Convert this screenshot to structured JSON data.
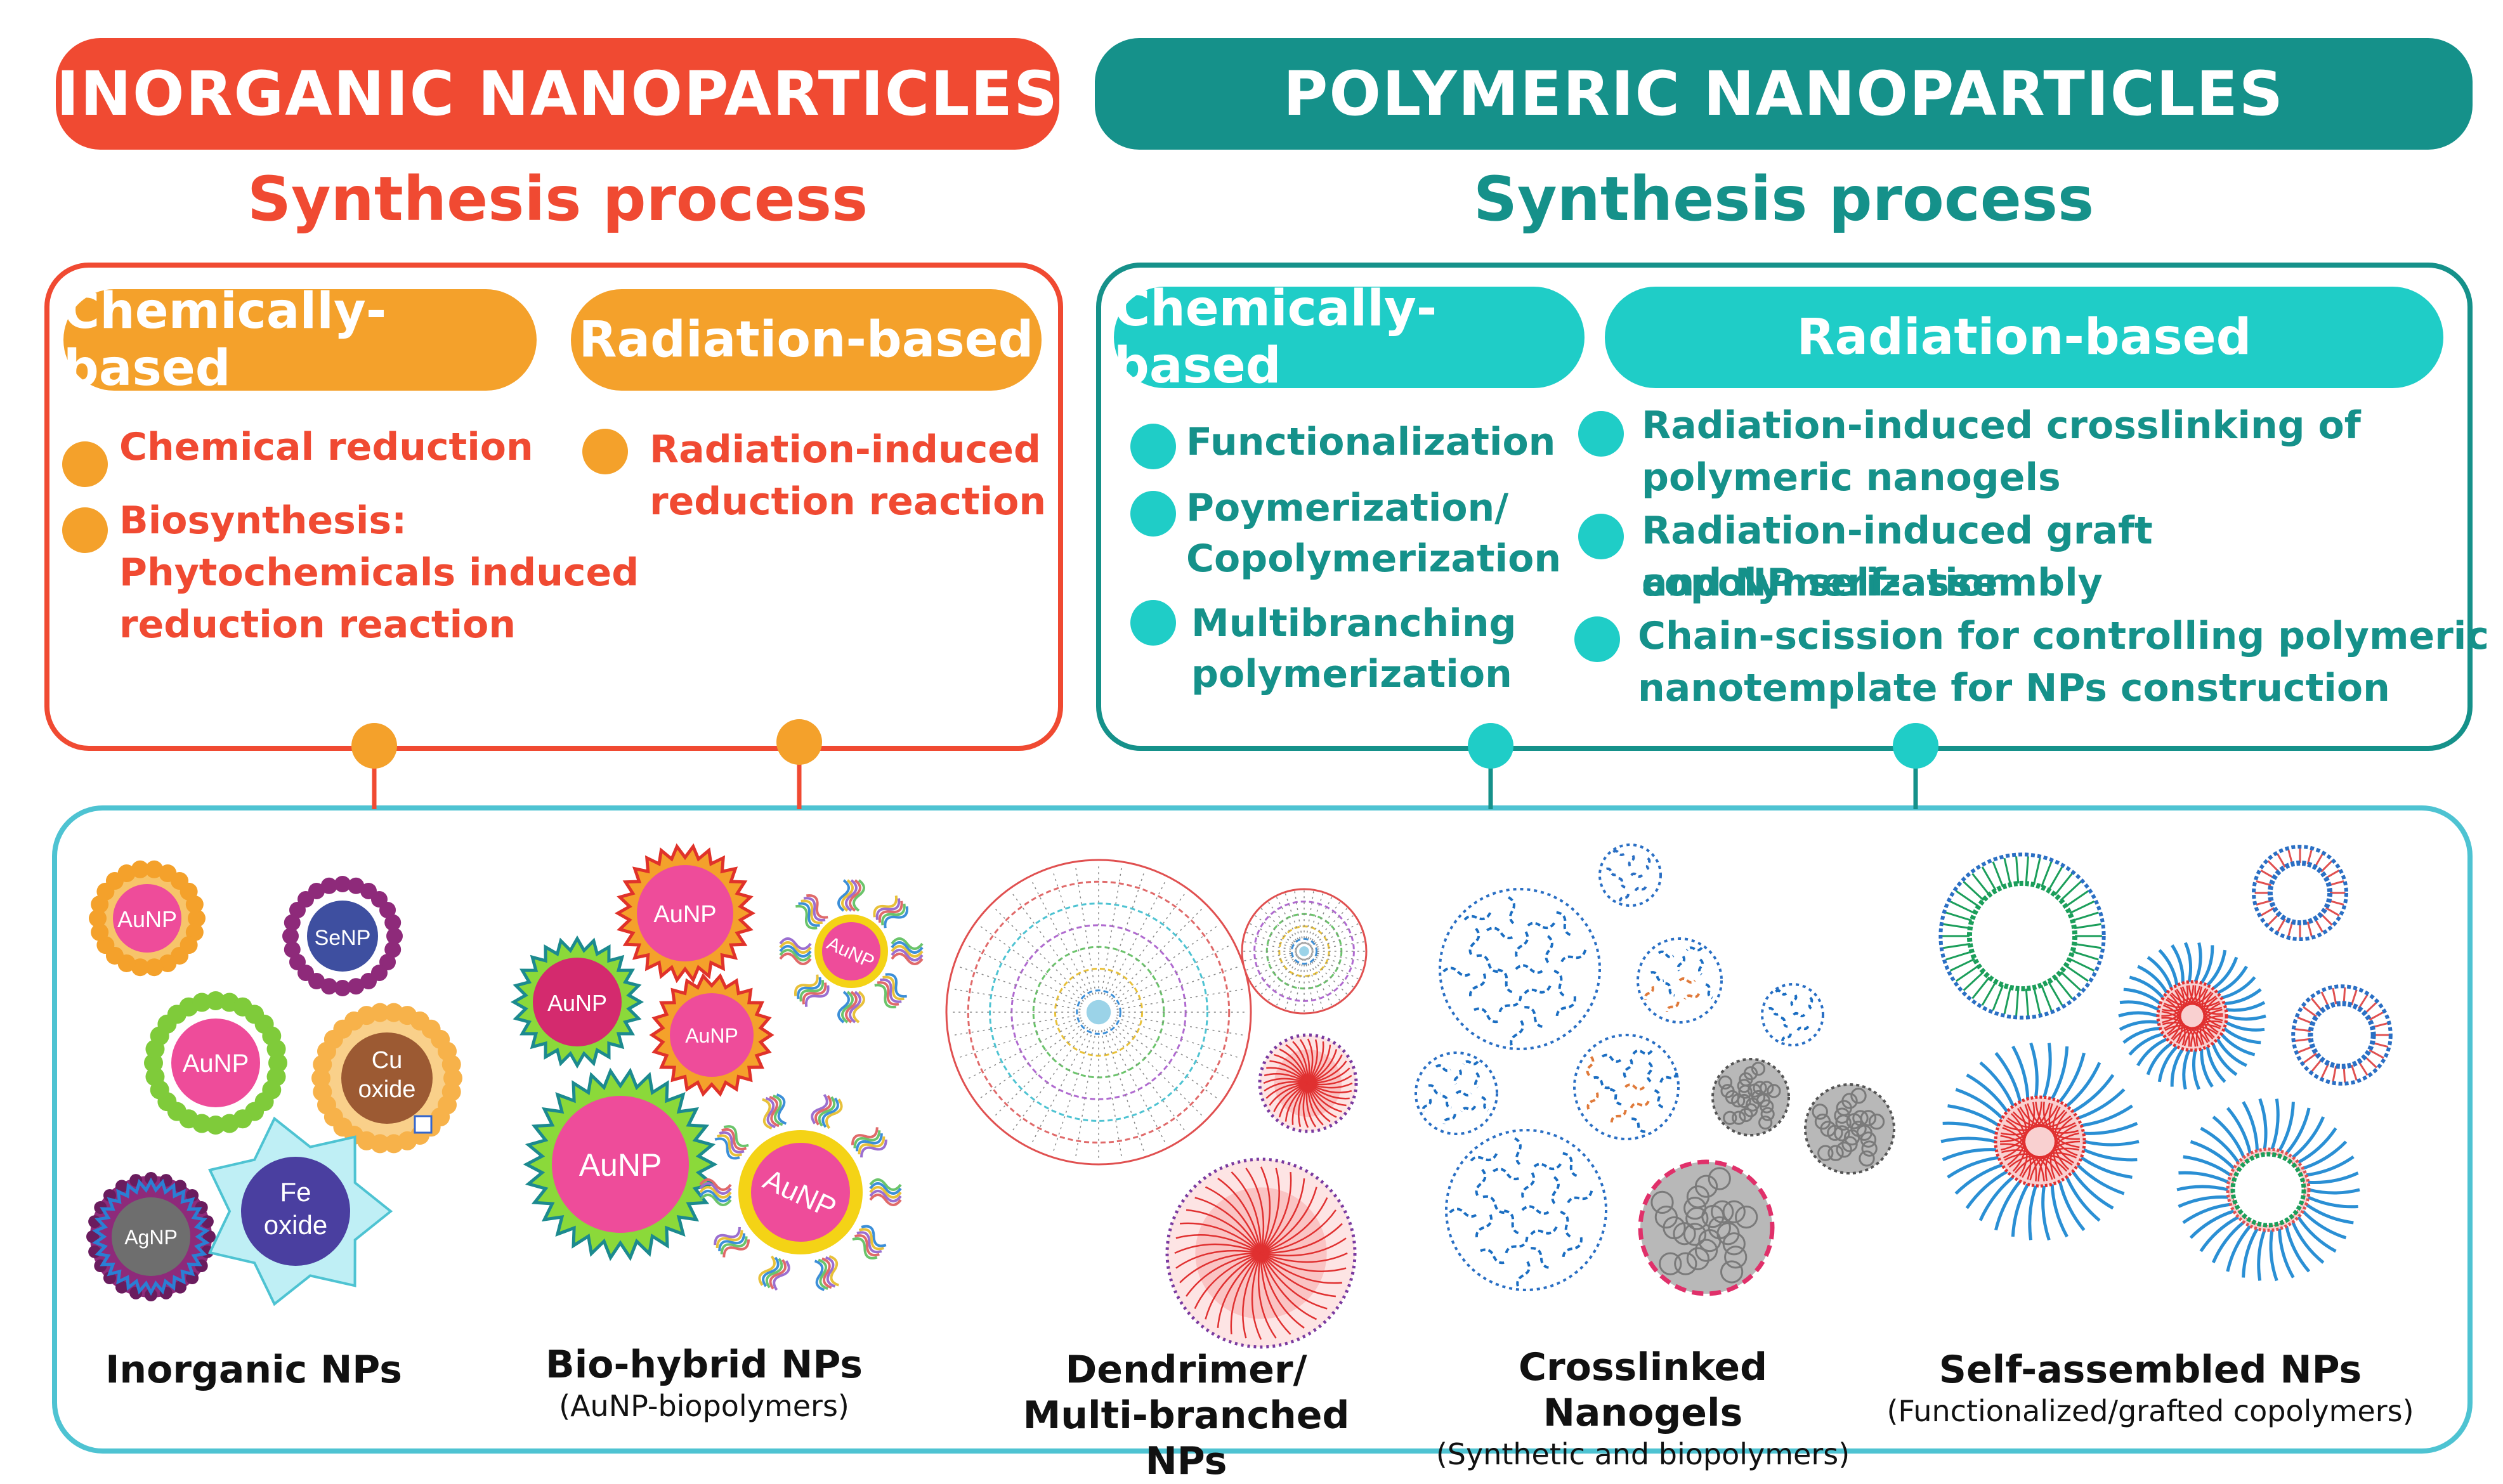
{
  "colors": {
    "inorganic_red": "#F04A32",
    "inorganic_orange": "#F4A12B",
    "polymer_dark": "#15918A",
    "polymer_cyan": "#1FCDC7",
    "bottom_border": "#4EC3D2"
  },
  "inorganic": {
    "title": "INORGANIC NANOPARTICLES",
    "synthesis_heading": "Synthesis process",
    "chemical_label": "Chemically-based",
    "radiation_label": "Radiation-based",
    "chemical_items": [
      "Chemical reduction",
      "Biosynthesis:",
      "Phytochemicals induced",
      "reduction reaction"
    ],
    "radiation_items": [
      "Radiation-induced",
      "reduction reaction"
    ]
  },
  "polymeric": {
    "title": "POLYMERIC NANOPARTICLES",
    "synthesis_heading": "Synthesis process",
    "chemical_label": "Chemically-based",
    "radiation_label": "Radiation-based",
    "chemical_items": [
      "Functionalization",
      "Poymerization/",
      "Copolymerization",
      "Multibranching",
      "polymerization"
    ],
    "radiation_items": [
      "Radiation-induced crosslinking of",
      "polymeric nanogels",
      "Radiation-induced graft copolymerization",
      "and NP self-assembly",
      "Chain-scission for controlling polymeric",
      "nanotemplate for NPs construction"
    ]
  },
  "particle_labels": {
    "aunp": "AuNP",
    "senp": "SeNP",
    "cu_line1": "Cu",
    "cu_line2": "oxide",
    "fe_line1": "Fe",
    "fe_line2": "oxide",
    "agnp": "AgNP"
  },
  "categories": [
    {
      "name": "Inorganic NPs",
      "detail": ""
    },
    {
      "name": "Bio-hybrid NPs",
      "detail": "(AuNP-biopolymers)"
    },
    {
      "name": "Dendrimer/",
      "name2": "Multi-branched NPs",
      "detail": ""
    },
    {
      "name": "Crosslinked Nanogels",
      "detail": "(Synthetic and biopolymers)"
    },
    {
      "name": "Self-assembled NPs",
      "detail": "(Functionalized/grafted copolymers)"
    }
  ]
}
